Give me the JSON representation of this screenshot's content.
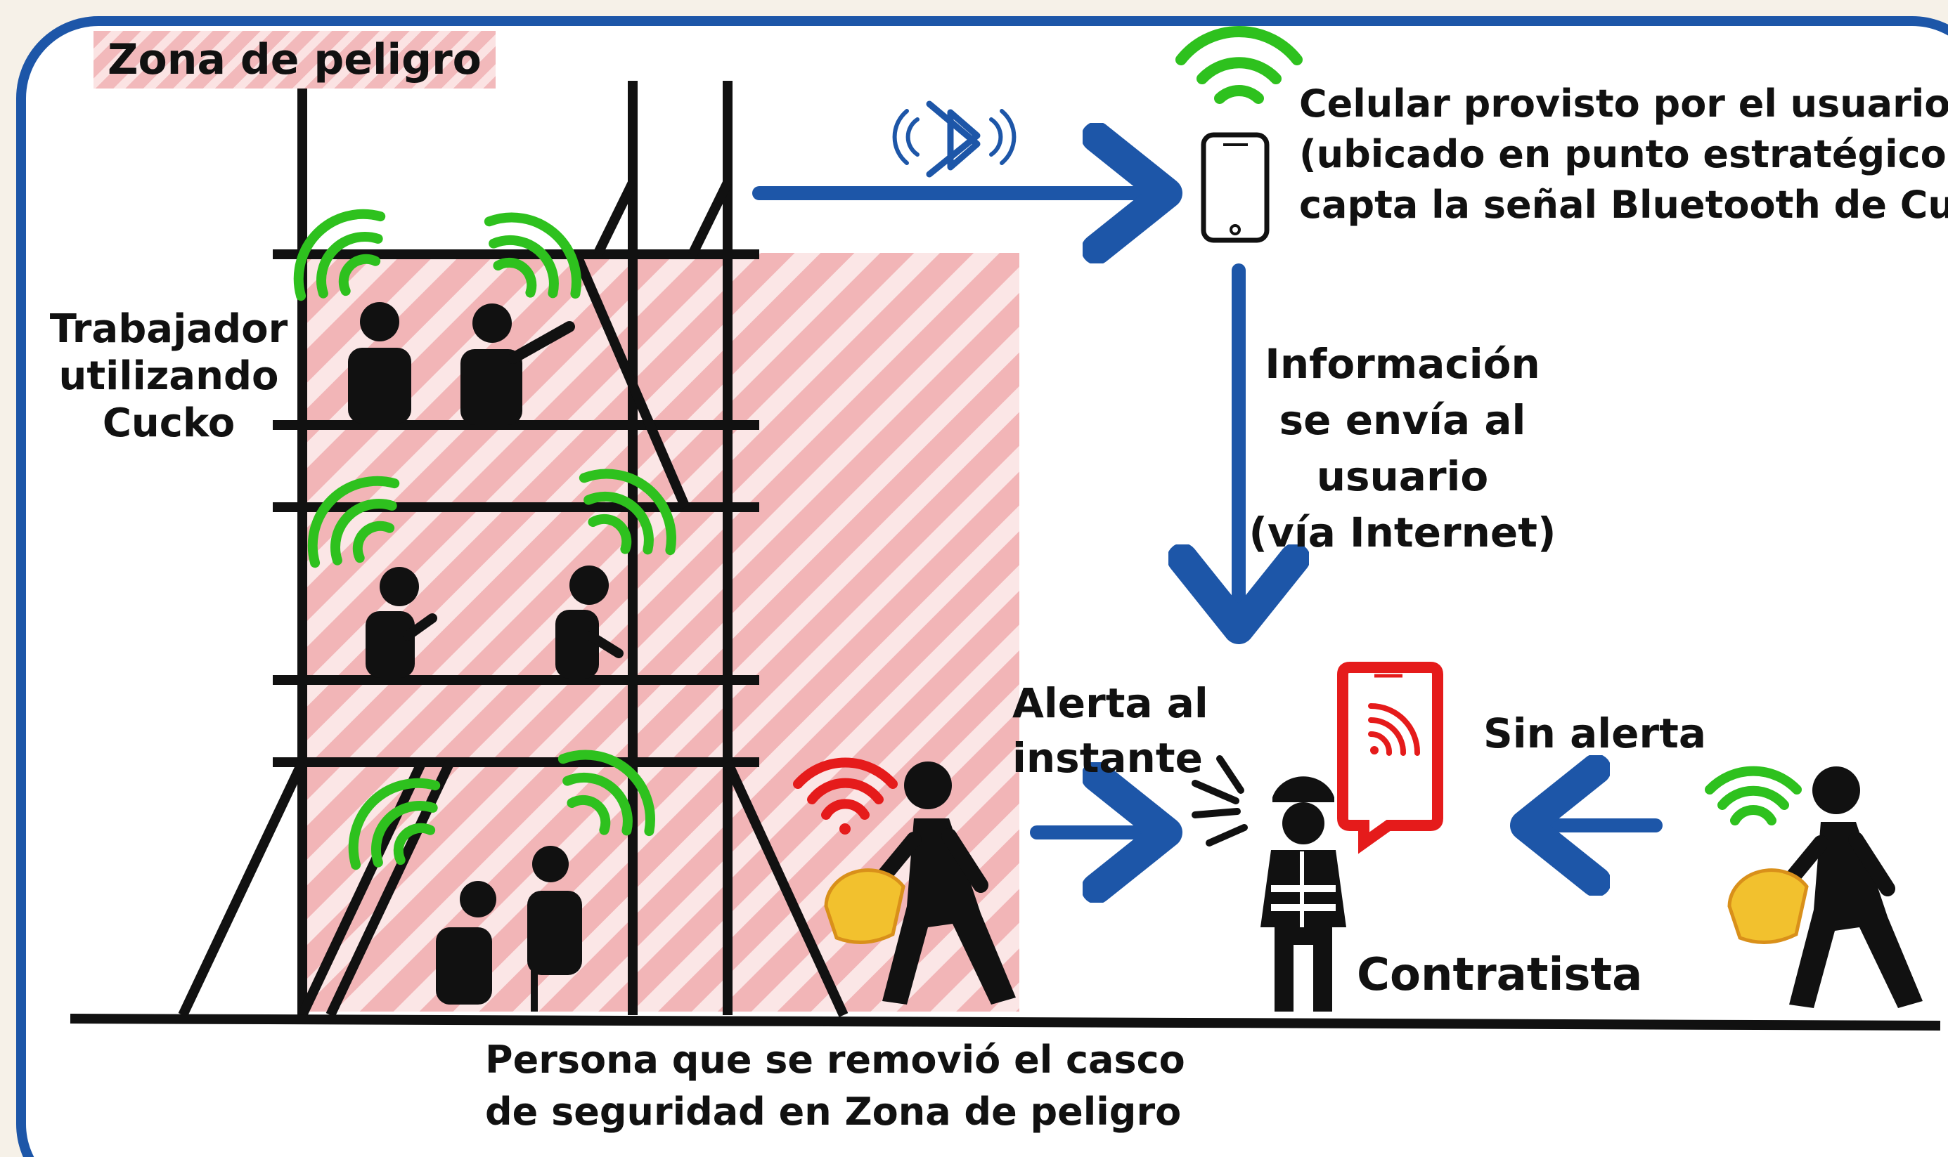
{
  "zone_label": "Zona de peligro",
  "worker_label": [
    "Trabajador",
    "utilizando",
    "Cucko"
  ],
  "phone_description": [
    "Celular provisto por el usuario",
    "(ubicado en punto estratégico)",
    "capta la señal Bluetooth de Cucko"
  ],
  "info_label": [
    "Información",
    "se envía al",
    "usuario",
    "(vía Internet)"
  ],
  "alert_label": [
    "Alerta al",
    "instante"
  ],
  "no_alert_label": "Sin alerta",
  "contractor_label": "Contratista",
  "removed_helmet_label": [
    "Persona que se removió el casco",
    "de seguridad en Zona de peligro"
  ],
  "icons": {
    "bluetooth": "bluetooth-icon",
    "wifi_ok": "wifi-signal-icon",
    "wifi_alert": "alert-signal-icon",
    "phone": "smartphone-icon",
    "helmet": "hard-hat-icon"
  },
  "colors": {
    "frame": "#1d56a8",
    "arrow": "#1d56a8",
    "signal_ok": "#2ec11e",
    "signal_alert": "#e51b1b",
    "danger_stripe": "#f2b5b7",
    "helmet": "#f2c12e",
    "figure": "#111111"
  }
}
